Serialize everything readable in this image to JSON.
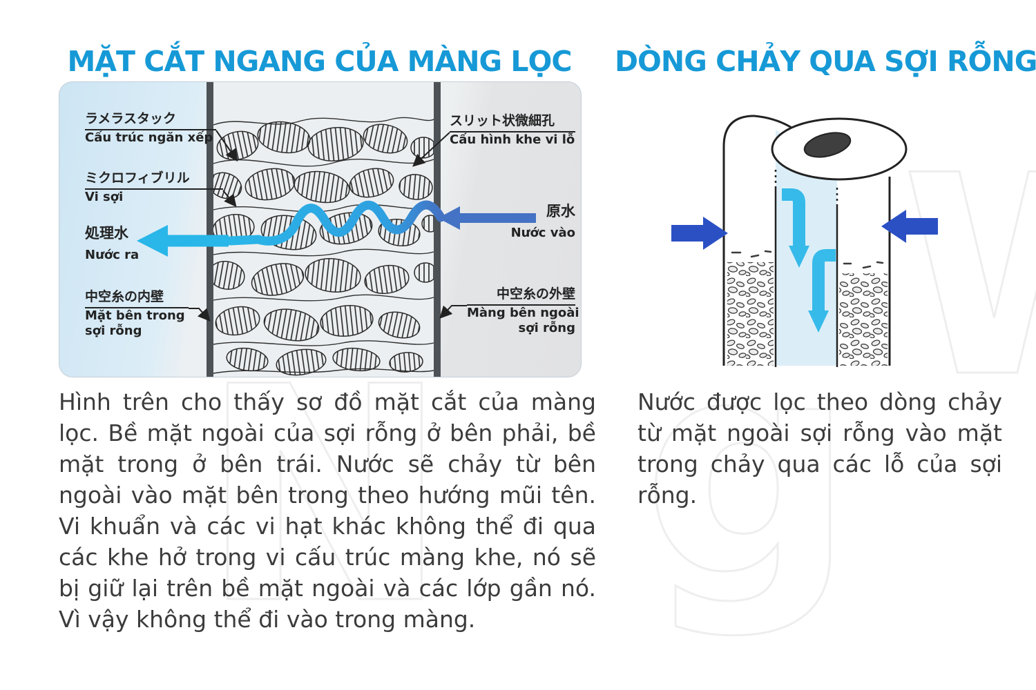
{
  "watermark": {
    "letters": [
      "N",
      "g",
      "W"
    ]
  },
  "left_section": {
    "title": "MẶT CẮT NGANG CỦA MÀNG LỌC",
    "diagram": {
      "labels": {
        "lamella_jp": "ラメラスタック",
        "lamella_vn": "Cấu trúc ngăn xếp",
        "microfibril_jp": "ミクロフィブリル",
        "microfibril_vn": "Vi sợi",
        "treated_water_jp": "処理水",
        "treated_water_vn": "Nước ra",
        "inner_wall_jp": "中空糸の内壁",
        "inner_wall_vn1": "Mặt bên trong",
        "inner_wall_vn2": "sợi rỗng",
        "slit_jp": "スリット状微細孔",
        "slit_vn": "Cấu hình khe vi lỗ",
        "raw_water_jp": "原水",
        "raw_water_vn": "Nước vào",
        "outer_wall_jp": "中空糸の外壁",
        "outer_wall_vn1": "Màng bên ngoài",
        "outer_wall_vn2": "sợi rỗng"
      }
    },
    "paragraph": "Hình trên cho thấy sơ đồ mặt cắt của màng lọc. Bề mặt ngoài của sợi rỗng ở bên phải, bề mặt trong ở bên trái. Nước sẽ chảy từ bên ngoài vào mặt bên trong theo hướng mũi tên. Vi khuẩn và các vi hạt khác không thể đi qua các khe hở trong vi cấu trúc màng khe, nó sẽ bị giữ lại trên bề mặt ngoài và các lớp gần nó. Vì vậy không thể đi vào trong màng."
  },
  "right_section": {
    "title": "DÒNG CHẢY QUA SỢI RỖNG",
    "paragraph": "Nước được lọc theo dòng chảy từ mặt ngoài sợi rỗng vào mặt trong chảy qua các lỗ của sợi rỗng."
  },
  "colors": {
    "title_blue": "#1699d6",
    "cyan_arrow": "#29b6e8",
    "inlet_blue": "#4472c4",
    "royal_blue": "#2b50c4",
    "wall_gray": "#4d5257",
    "text_dark": "#3c3c3c",
    "card_blue": "#cde5f3",
    "card_gray": "#e1e2e4",
    "wedge_blue": "#dbeef8"
  }
}
